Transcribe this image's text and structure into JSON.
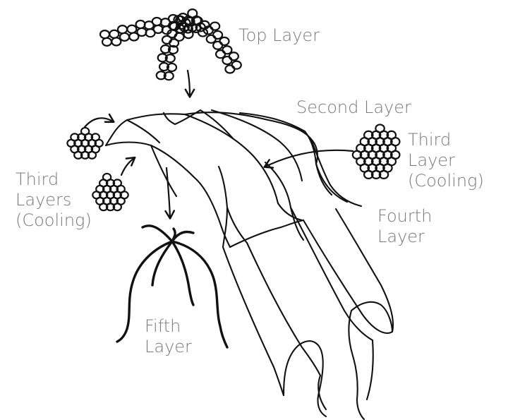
{
  "labels": {
    "top_layer": "Top Layer",
    "second_layer": "Second Layer",
    "third_layer_right": "Third\nLayer\n(Cooling)",
    "third_layers_left": "Third\nLayers\n(Cooling)",
    "fourth_layer": "Fourth\nLayer",
    "fifth_layer": "Fifth\nLayer"
  },
  "colors": {
    "ink": "#111111",
    "label": "#7a7a7a",
    "background": "#ffffff"
  }
}
